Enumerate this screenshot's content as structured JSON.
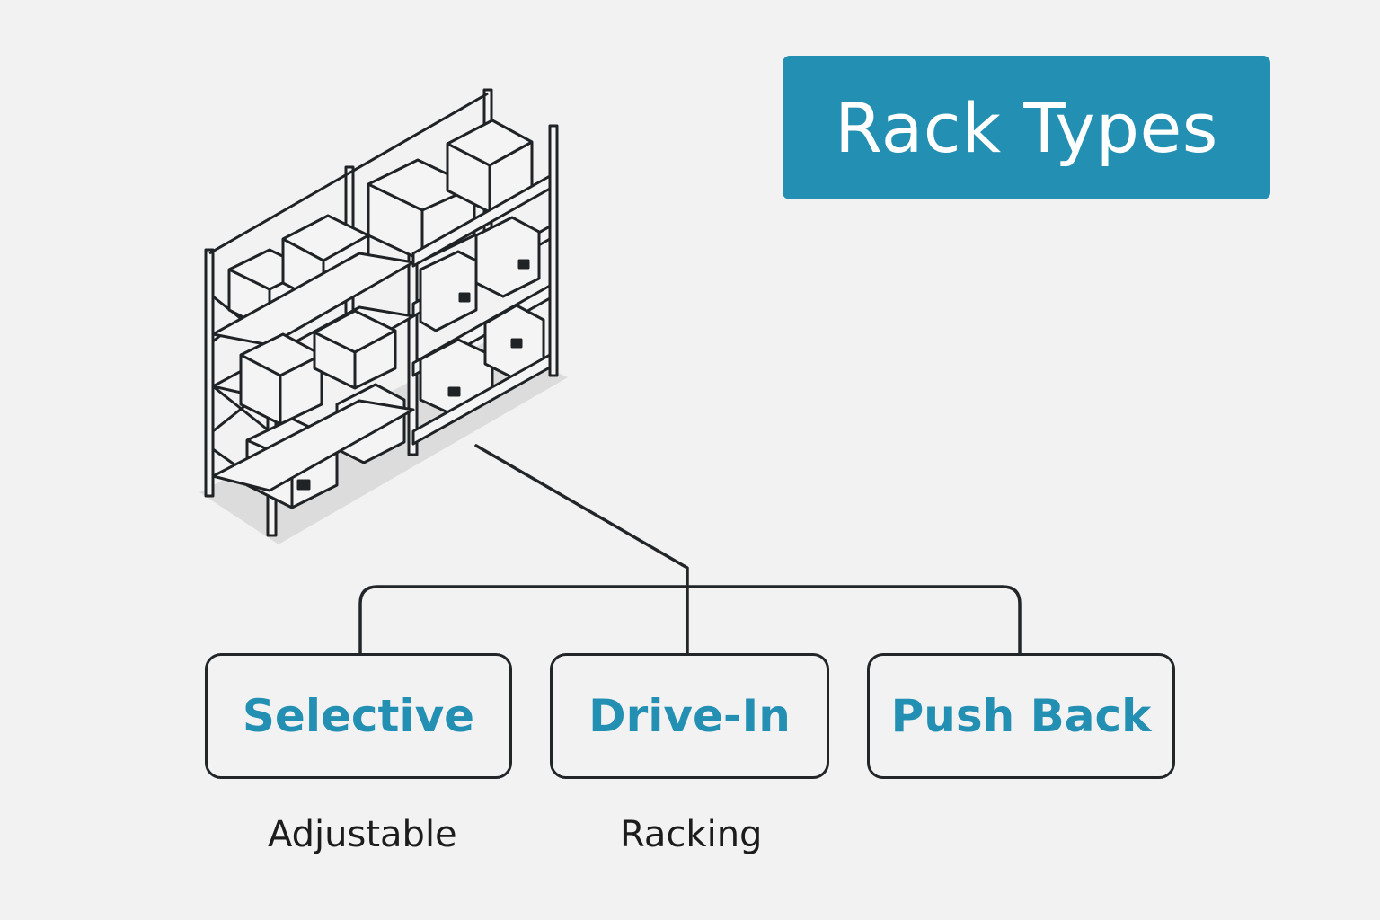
{
  "title": "Rack Types",
  "nodes": [
    {
      "label": "Selective"
    },
    {
      "label": "Drive-In"
    },
    {
      "label": "Push Back"
    }
  ],
  "captions": [
    "Adjustable",
    "Racking"
  ],
  "colors": {
    "accent": "#2390b3",
    "line": "#222629",
    "background": "#f2f2f2"
  },
  "illustration": {
    "icon": "warehouse-rack-icon"
  }
}
